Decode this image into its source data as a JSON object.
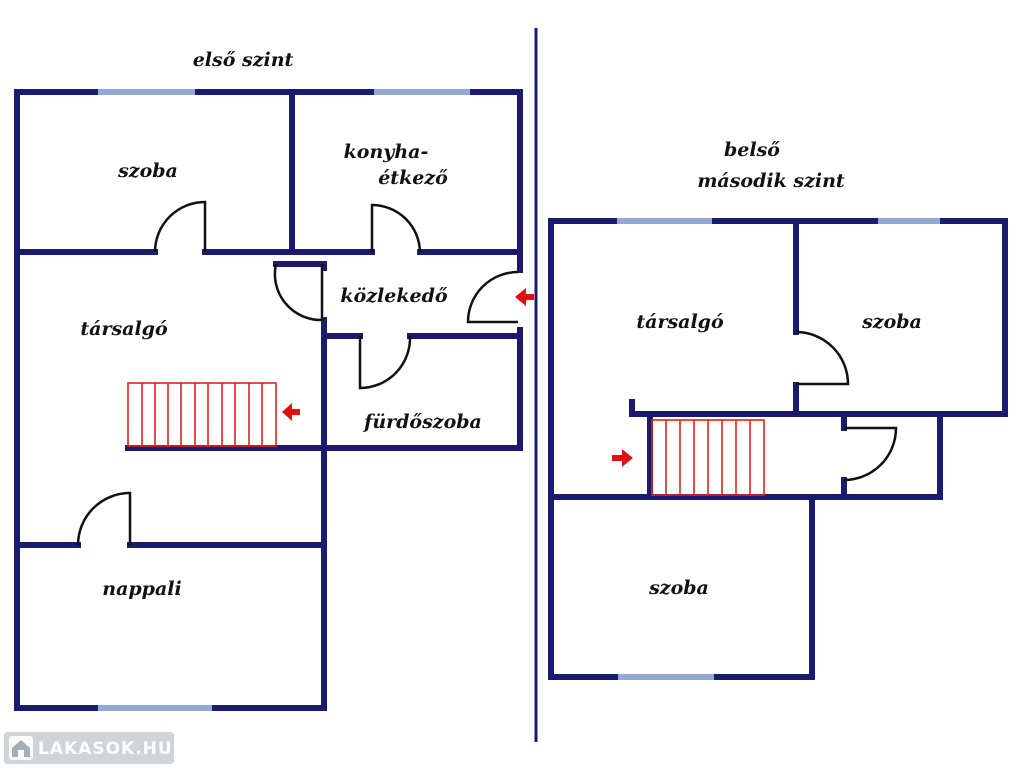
{
  "floors": {
    "first": {
      "title": "első szint",
      "rooms": {
        "bedroom": "szoba",
        "kitchen_line1": "konyha-",
        "kitchen_line2": "étkező",
        "hallway": "közlekedő",
        "lounge": "társalgó",
        "bathroom": "fürdőszoba",
        "living_room": "nappali"
      }
    },
    "second": {
      "title_line1": "belső",
      "title_line2": "második szint",
      "rooms": {
        "lounge": "társalgó",
        "bedroom_right": "szoba",
        "bedroom_bottom": "szoba"
      }
    }
  },
  "watermark": {
    "text": "LAKASOK.HU"
  },
  "colors": {
    "wall": "#1a1a6e",
    "window": "#8fa8d8",
    "stairs": "#e02020",
    "arrow": "#e01010",
    "divider": "#1a1a6e"
  }
}
